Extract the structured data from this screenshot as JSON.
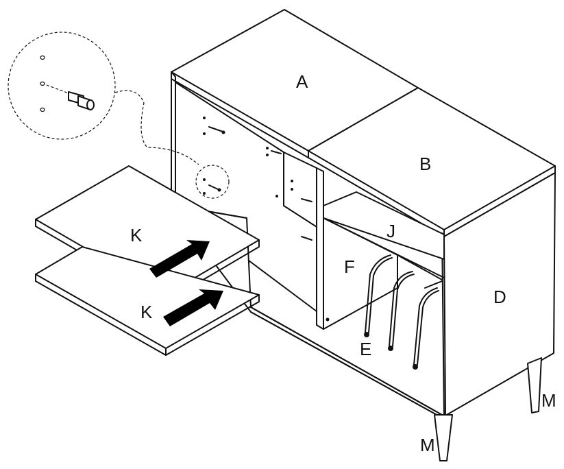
{
  "diagram": {
    "labels": {
      "top_left_panel": "A",
      "top_right_panel": "B",
      "side_panel": "D",
      "rods": "E",
      "divider": "F",
      "drawer_panel": "J",
      "shelf_upper": "K",
      "shelf_lower": "K",
      "leg_front": "M",
      "leg_back": "M"
    },
    "colors": {
      "line": "#111111",
      "background": "#ffffff",
      "arrow": "#000000"
    },
    "icons": [
      "dowel-detail-icon",
      "insert-arrow-icon"
    ]
  }
}
